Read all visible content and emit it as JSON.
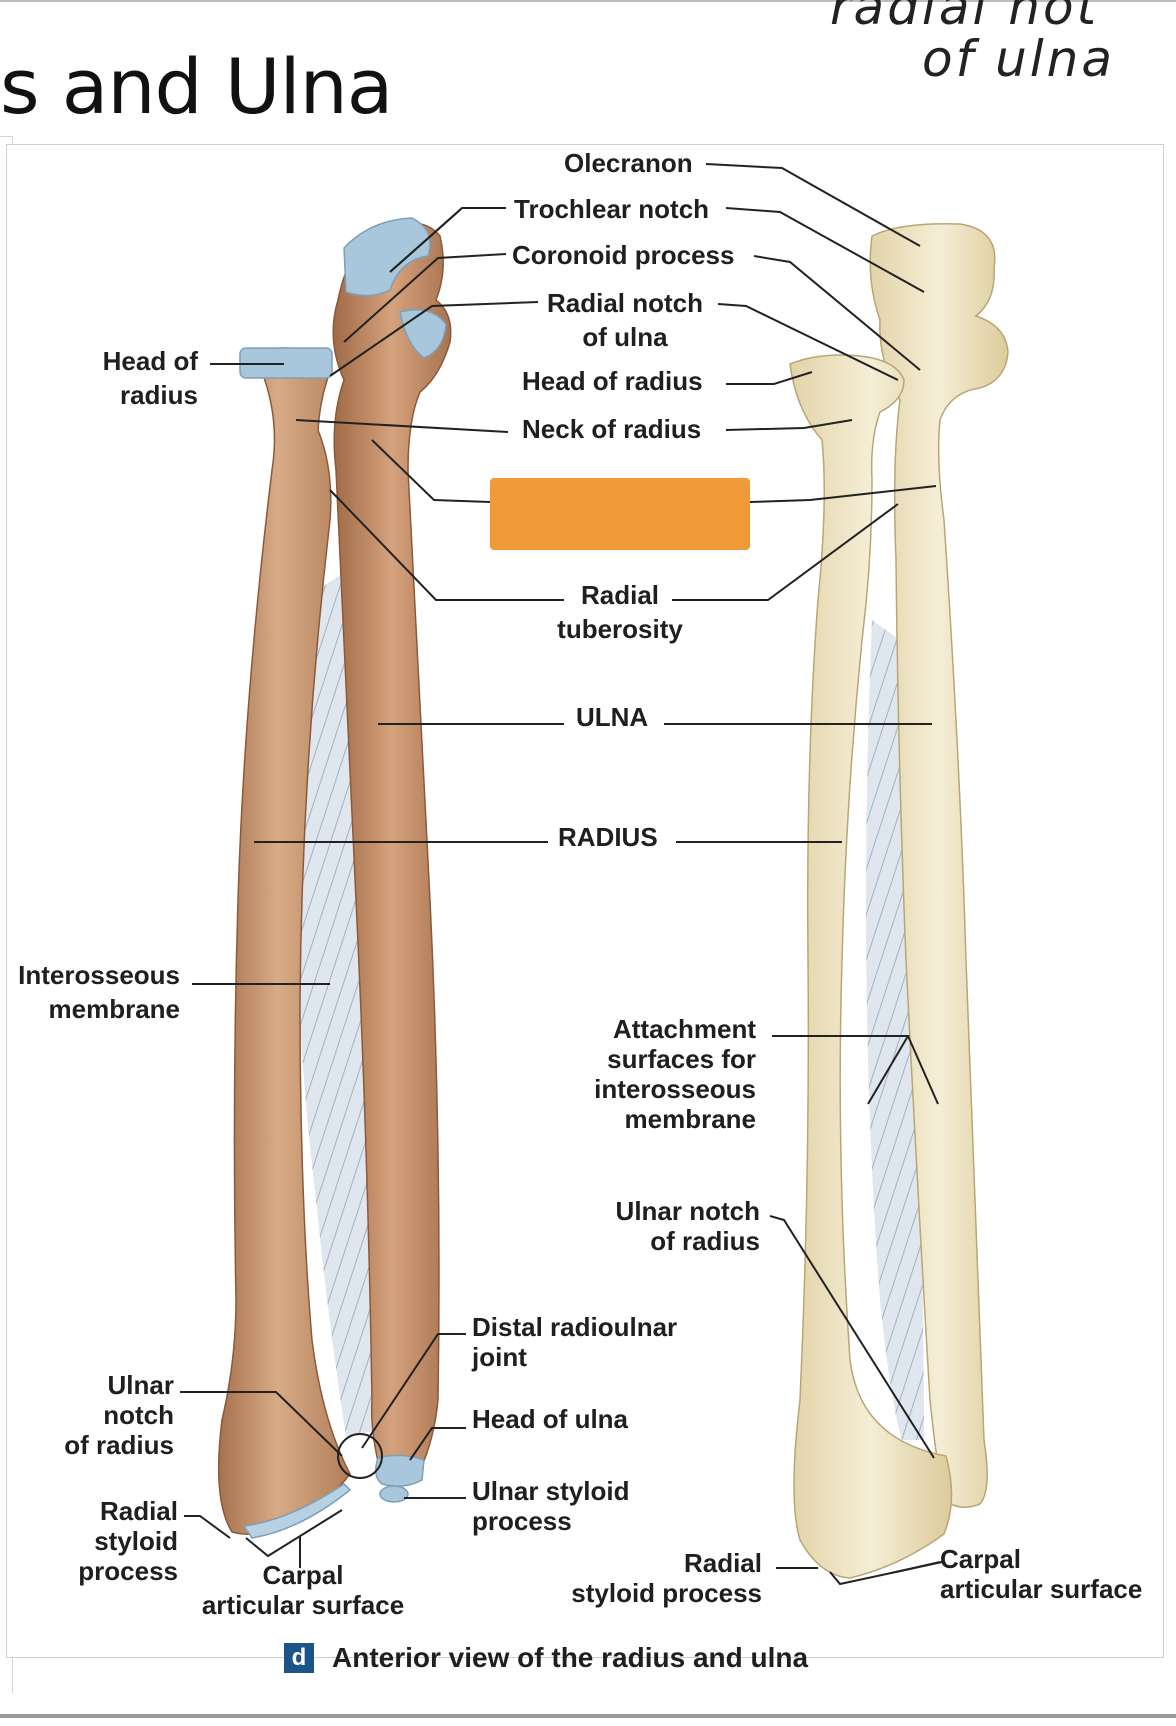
{
  "slide": {
    "title": "s and Ulna"
  },
  "handwriting": {
    "line1": "radial not",
    "line2": "of ulna"
  },
  "labels": {
    "olecranon": "Olecranon",
    "trochlear_notch": "Trochlear notch",
    "coronoid_process": "Coronoid process",
    "radial_notch_1": "Radial notch",
    "radial_notch_2": "of ulna",
    "head_of_radius_center": "Head of radius",
    "neck_of_radius": "Neck of radius",
    "head_of_radius_left_1": "Head of",
    "head_of_radius_left_2": "radius",
    "radial_tuberosity_1": "Radial",
    "radial_tuberosity_2": "tuberosity",
    "ulna": "ULNA",
    "radius": "RADIUS",
    "interosseous_1": "Interosseous",
    "interosseous_2": "membrane",
    "attachment_1": "Attachment",
    "attachment_2": "surfaces for",
    "attachment_3": "interosseous",
    "attachment_4": "membrane",
    "ulnar_notch_right_1": "Ulnar notch",
    "ulnar_notch_right_2": "of radius",
    "distal_radioulnar_1": "Distal radioulnar",
    "distal_radioulnar_2": "joint",
    "head_of_ulna": "Head of ulna",
    "ulnar_styloid_1": "Ulnar styloid",
    "ulnar_styloid_2": "process",
    "ulnar_notch_left_1": "Ulnar",
    "ulnar_notch_left_2": "notch",
    "ulnar_notch_left_3": "of radius",
    "radial_styloid_left_1": "Radial",
    "radial_styloid_left_2": "styloid",
    "radial_styloid_left_3": "process",
    "carpal_left_1": "Carpal",
    "carpal_left_2": "articular surface",
    "radial_styloid_right_1": "Radial",
    "radial_styloid_right_2": "styloid process",
    "carpal_right_1": "Carpal",
    "carpal_right_2": "articular surface"
  },
  "caption": {
    "badge": "d",
    "text": "Anterior view of the radius and ulna"
  },
  "colors": {
    "answer_box": "#f09a3a",
    "bone_tan": "#c89670",
    "bone_cream": "#efe6c7",
    "cartilage": "#a9c7dc"
  }
}
